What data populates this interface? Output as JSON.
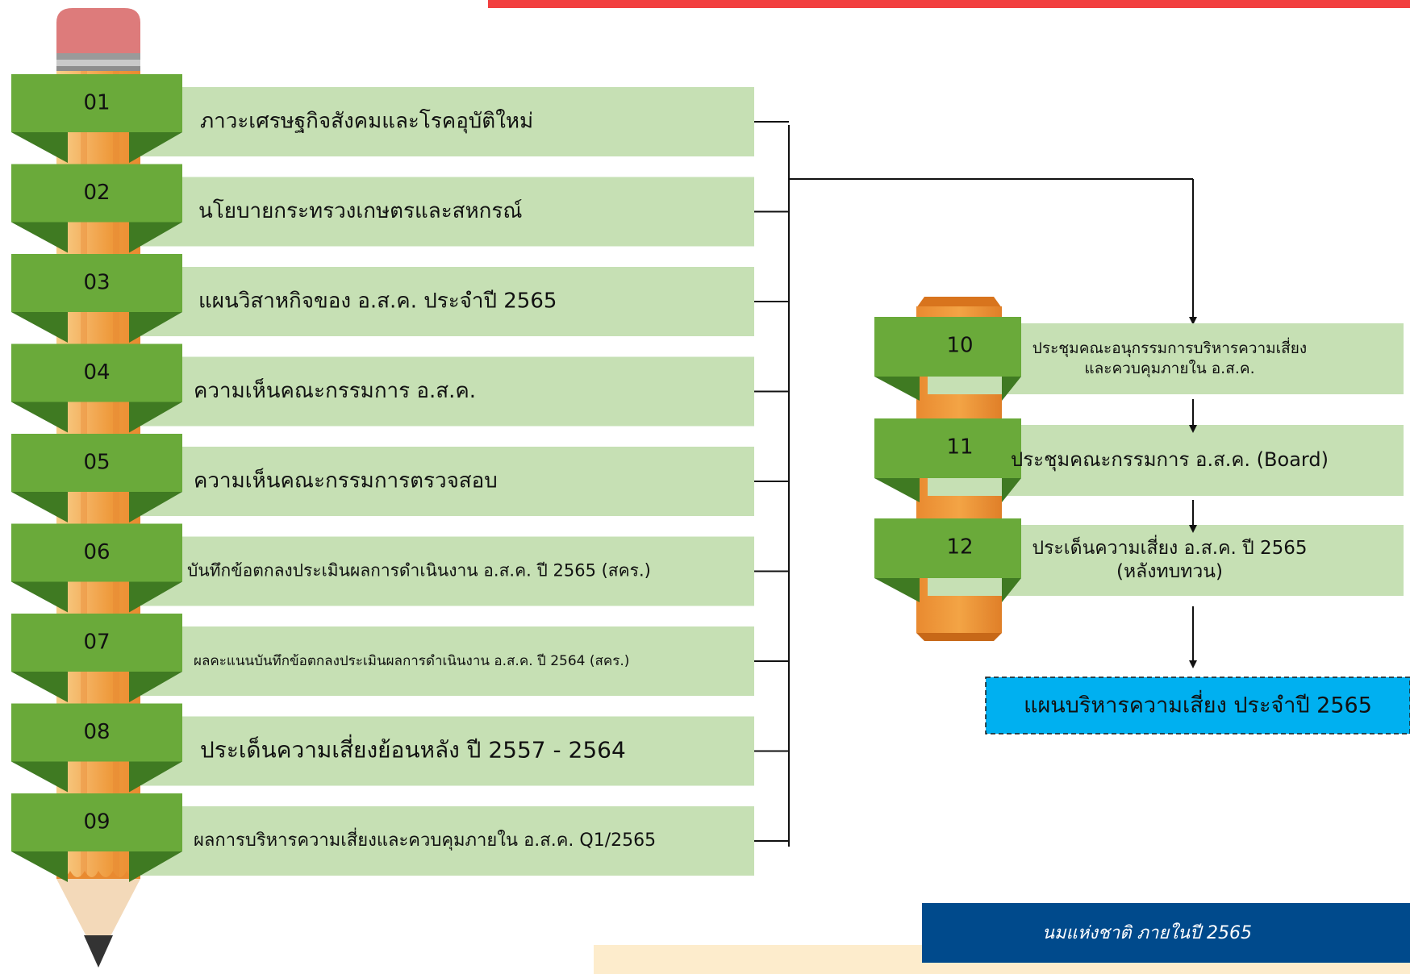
{
  "left_steps": [
    {
      "num": "01",
      "text": "ภาวะเศรษฐกิจสังคมและโรคอุบัติใหม่"
    },
    {
      "num": "02",
      "text": "นโยบายกระทรวงเกษตรและสหกรณ์"
    },
    {
      "num": "03",
      "text": "แผนวิสาหกิจของ อ.ส.ค. ประจำปี 2565"
    },
    {
      "num": "04",
      "text": "ความเห็นคณะกรรมการ อ.ส.ค."
    },
    {
      "num": "05",
      "text": "ความเห็นคณะกรรมการตรวจสอบ"
    },
    {
      "num": "06",
      "text": "บันทึกข้อตกลงประเมินผลการดำเนินงาน อ.ส.ค. ปี 2565 (สคร.)"
    },
    {
      "num": "07",
      "text": "ผลคะแนนบันทึกข้อตกลงประเมินผลการดำเนินงาน อ.ส.ค. ปี 2564 (สคร.)"
    },
    {
      "num": "08",
      "text": "ประเด็นความเสี่ยงย้อนหลัง ปี 2557 - 2564"
    },
    {
      "num": "09",
      "text": "ผลการบริหารความเสี่ยงและควบคุมภายใน อ.ส.ค. Q1/2565"
    }
  ],
  "right_steps": [
    {
      "num": "10",
      "lines": [
        "ประชุมคณะอนุกรรมการบริหารความเสี่ยง",
        "และควบคุมภายใน อ.ส.ค."
      ]
    },
    {
      "num": "11",
      "lines": [
        "ประชุมคณะกรรมการ อ.ส.ค. (Board)"
      ]
    },
    {
      "num": "12",
      "lines": [
        "ประเด็นความเสี่ยง อ.ส.ค. ปี 2565",
        "(หลังทบทวน)"
      ]
    }
  ],
  "result_box": "แผนบริหารความเสี่ยง ประจำปี 2565",
  "footer_note": "นมแห่งชาติ ภายในปี 2565",
  "colors": {
    "accent_red": "#f23f3f",
    "tab_green": "#6aaa3a",
    "tab_green_dark": "#3f7a22",
    "panel_green": "#c6e0b4",
    "pencil_orange": "#f0a64a",
    "pencil_orange_light": "#f7c77a",
    "eraser_pink": "#dd7b7b",
    "result_blue": "#00b0f0",
    "footer_navy": "#004a8c",
    "footer_cream": "#fdeccc"
  }
}
